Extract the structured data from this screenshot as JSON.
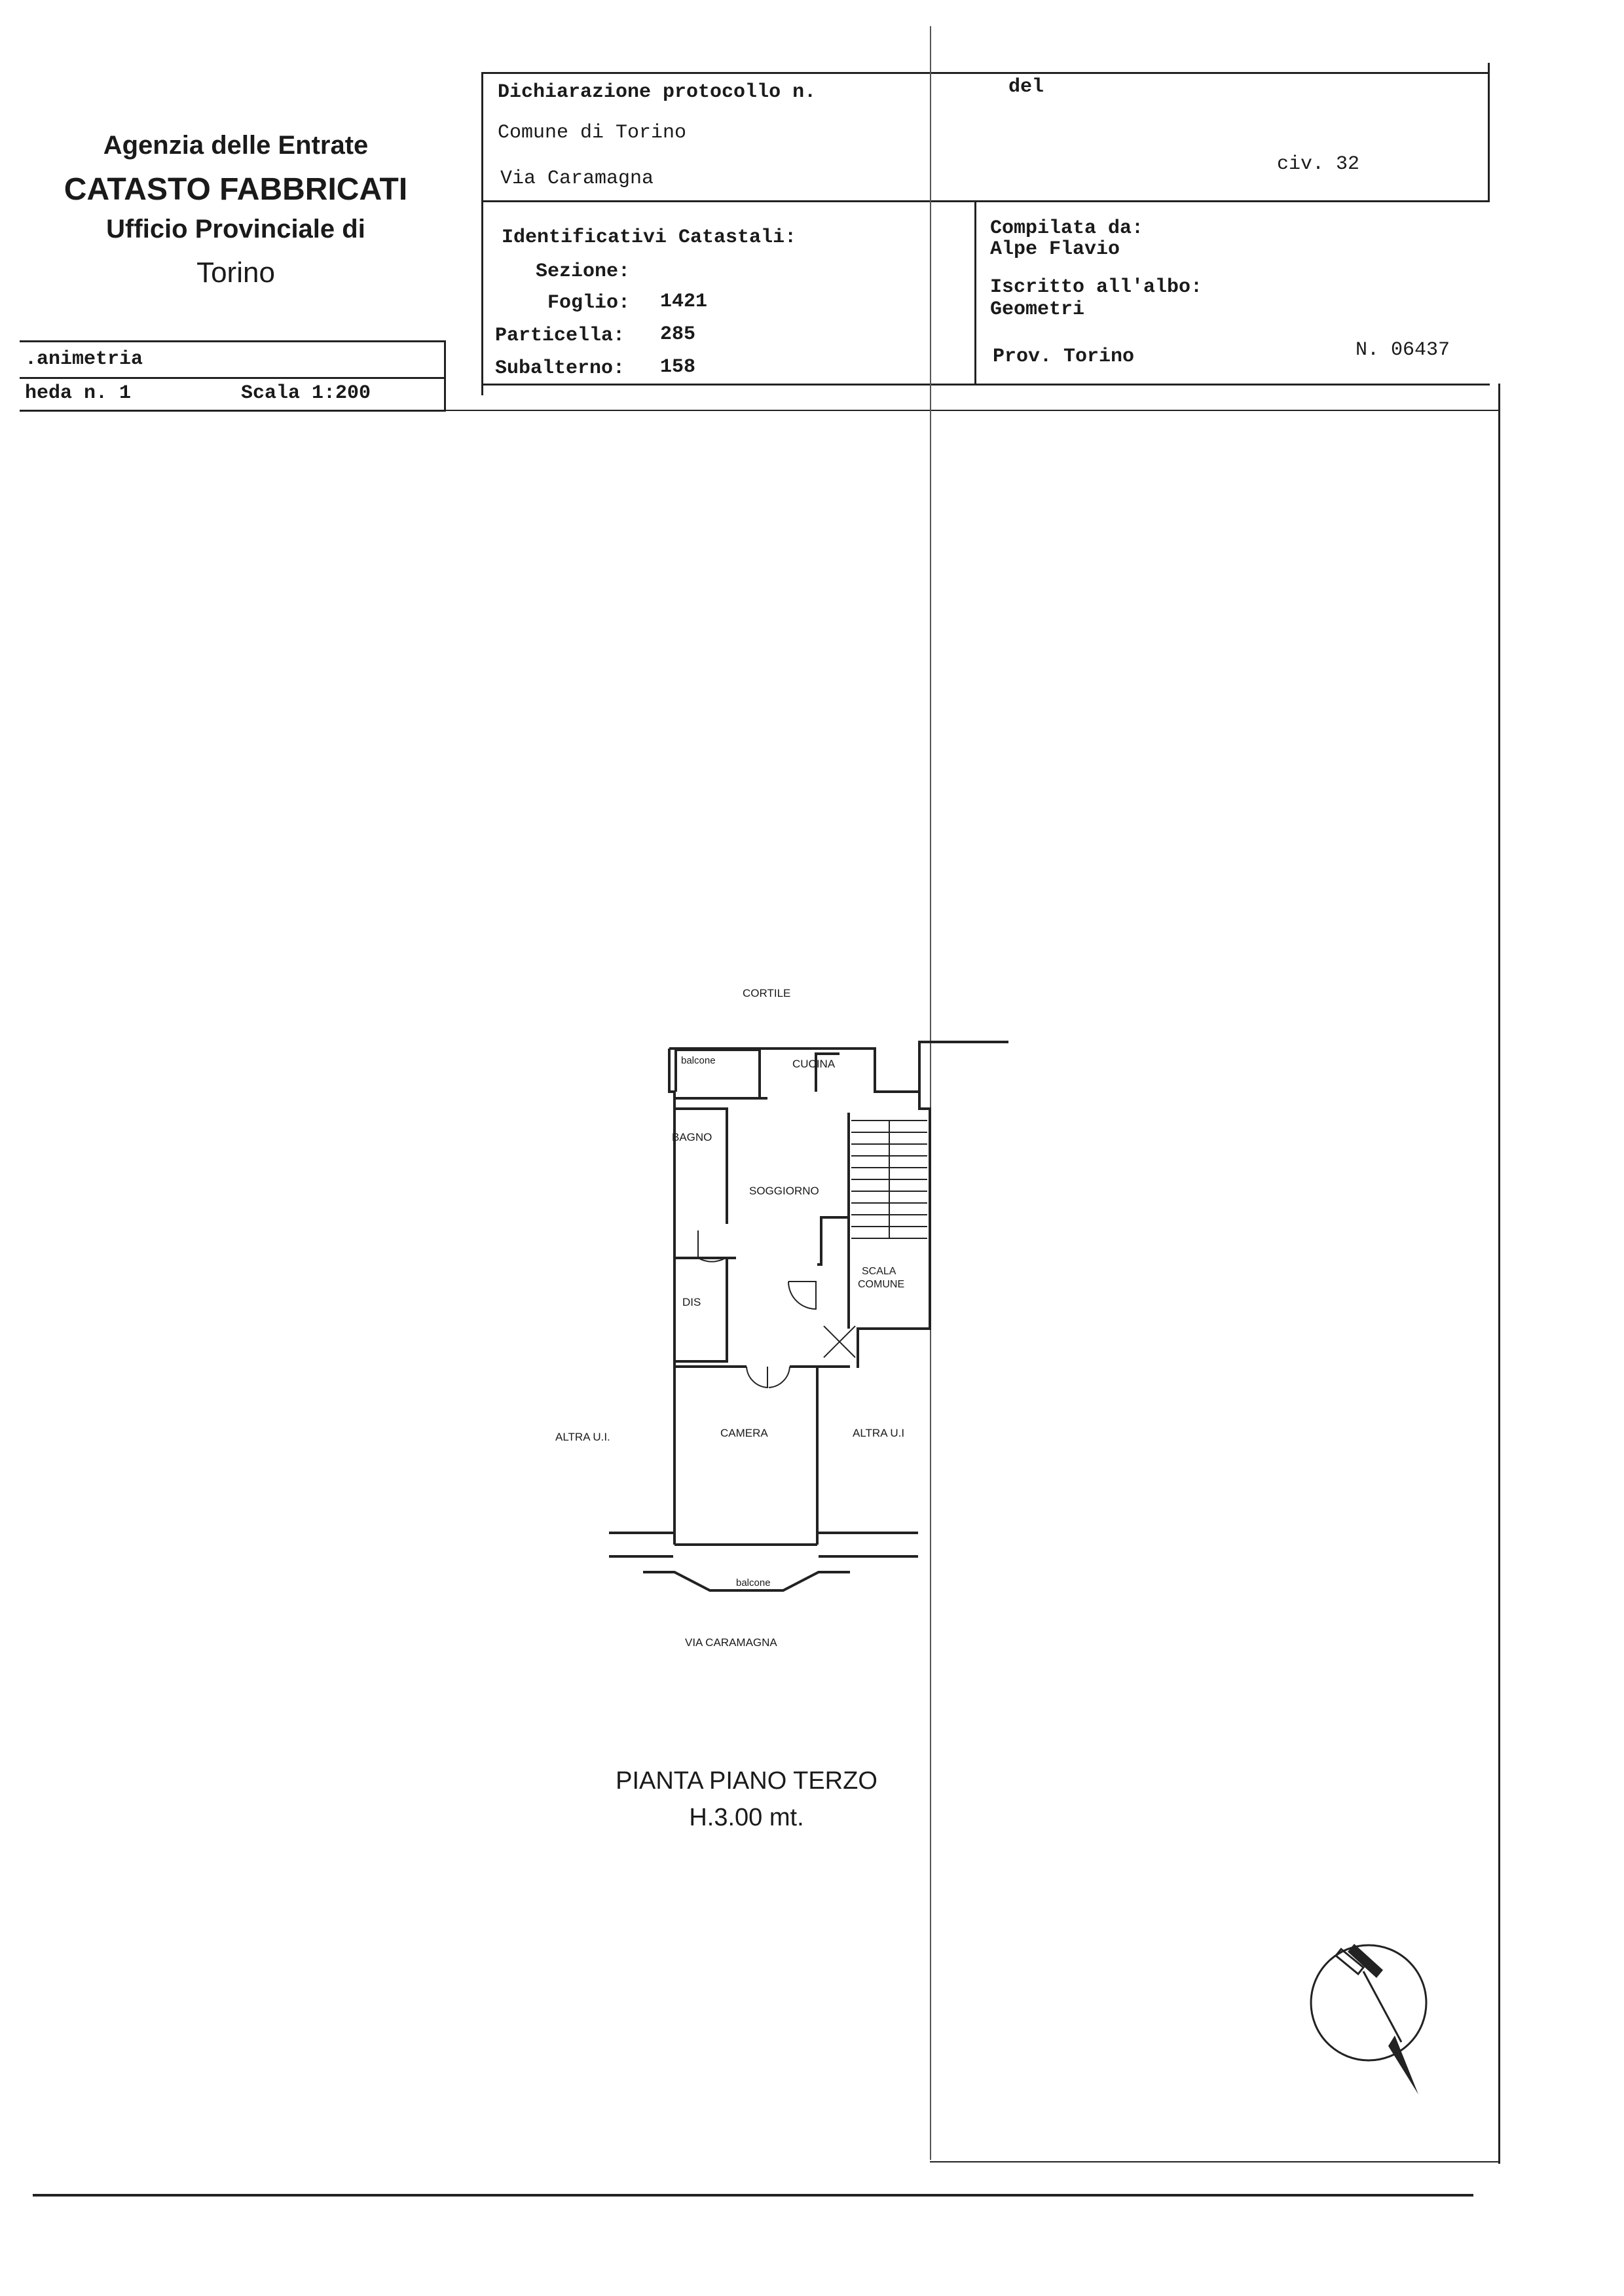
{
  "agency": {
    "line1": "Agenzia delle Entrate",
    "line2": "CATASTO FABBRICATI",
    "line3": "Ufficio Provinciale di",
    "line4": "Torino"
  },
  "left_box": {
    "title": ".animetria",
    "scheda": "heda n. 1",
    "scala": "Scala 1:200"
  },
  "header": {
    "protocollo": "Dichiarazione protocollo n.",
    "del": "del",
    "comune": "Comune di Torino",
    "via": "Via Caramagna",
    "civ": "civ. 32"
  },
  "identificativi": {
    "title": "Identificativi Catastali:",
    "sezione": "Sezione:",
    "foglio_label": "Foglio:",
    "foglio": "1421",
    "particella_label": "Particella:",
    "particella": "285",
    "subalterno_label": "Subalterno:",
    "subalterno": "158"
  },
  "compilata": {
    "title": "Compilata da:",
    "name": "Alpe Flavio",
    "iscritto": "Iscritto all'albo:",
    "albo": "Geometri",
    "prov": "Prov. Torino",
    "numero": "N. 06437"
  },
  "plan": {
    "cortile": "CORTILE",
    "balcone_top": "balcone",
    "cucina": "CUCINA",
    "bagno": "BAGNO",
    "soggiorno": "SOGGIORNO",
    "scala_comune_1": "SCALA",
    "scala_comune_2": "COMUNE",
    "dis": "DIS",
    "camera": "CAMERA",
    "altra_left": "ALTRA U.I.",
    "altra_right": "ALTRA U.I",
    "balcone_bottom": "balcone",
    "via": "VIA CARAMAGNA"
  },
  "caption": {
    "line1": "PIANTA PIANO TERZO",
    "line2": "H.3.00 mt."
  }
}
